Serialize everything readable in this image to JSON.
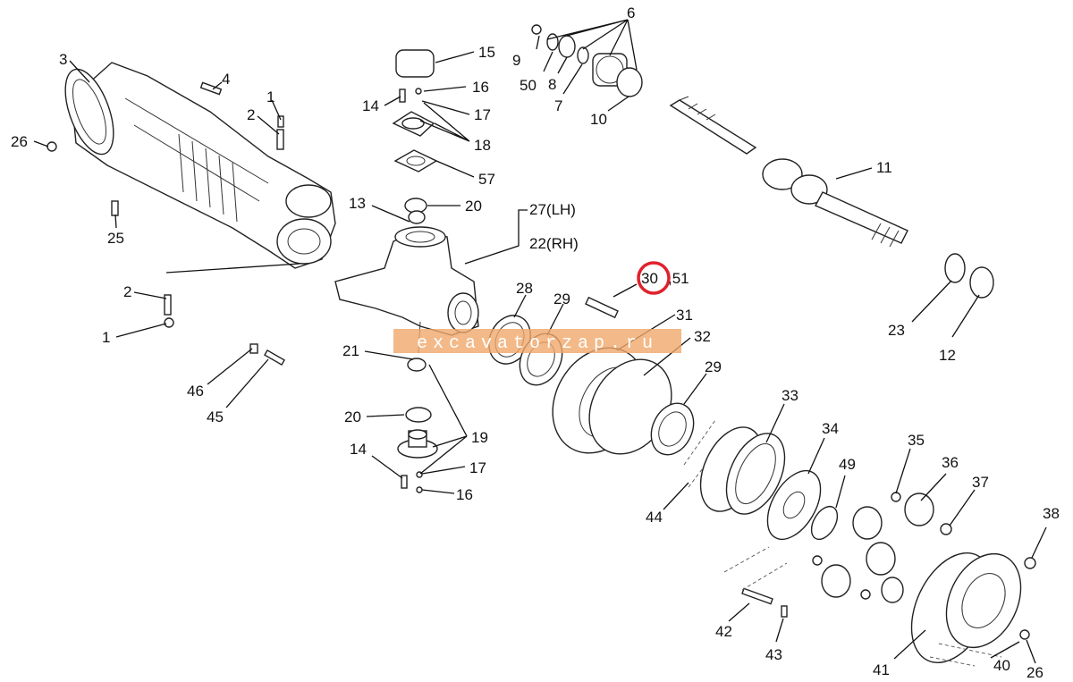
{
  "watermark": "excavatorzap.ru",
  "highlight_color": "#e0212b",
  "watermark_color": "#f0a86a",
  "callouts": [
    {
      "id": "c1a",
      "text": "1"
    },
    {
      "id": "c2a",
      "text": "2"
    },
    {
      "id": "c3",
      "text": "3"
    },
    {
      "id": "c4",
      "text": "4"
    },
    {
      "id": "c26a",
      "text": "26"
    },
    {
      "id": "c25",
      "text": "25"
    },
    {
      "id": "c2b",
      "text": "2"
    },
    {
      "id": "c1b",
      "text": "1"
    },
    {
      "id": "c46",
      "text": "46"
    },
    {
      "id": "c45",
      "text": "45"
    },
    {
      "id": "c15",
      "text": "15"
    },
    {
      "id": "c16a",
      "text": "16"
    },
    {
      "id": "c14a",
      "text": "14"
    },
    {
      "id": "c17a",
      "text": "17"
    },
    {
      "id": "c18",
      "text": "18"
    },
    {
      "id": "c57",
      "text": "57"
    },
    {
      "id": "c13",
      "text": "13"
    },
    {
      "id": "c20a",
      "text": "20"
    },
    {
      "id": "c27",
      "text": "27(LH)"
    },
    {
      "id": "c22",
      "text": "22(RH)"
    },
    {
      "id": "c6",
      "text": "6"
    },
    {
      "id": "c9",
      "text": "9"
    },
    {
      "id": "c50",
      "text": "50"
    },
    {
      "id": "c8",
      "text": "8"
    },
    {
      "id": "c7",
      "text": "7"
    },
    {
      "id": "c10",
      "text": "10"
    },
    {
      "id": "c11",
      "text": "11"
    },
    {
      "id": "c30",
      "text": "30"
    },
    {
      "id": "c51",
      "text": ",51"
    },
    {
      "id": "c28",
      "text": "28"
    },
    {
      "id": "c29a",
      "text": "29"
    },
    {
      "id": "c31",
      "text": "31"
    },
    {
      "id": "c32",
      "text": "32"
    },
    {
      "id": "c29b",
      "text": "29"
    },
    {
      "id": "c21",
      "text": "21"
    },
    {
      "id": "c20b",
      "text": "20"
    },
    {
      "id": "c19",
      "text": "19"
    },
    {
      "id": "c14b",
      "text": "14"
    },
    {
      "id": "c17b",
      "text": "17"
    },
    {
      "id": "c16b",
      "text": "16"
    },
    {
      "id": "c23",
      "text": "23"
    },
    {
      "id": "c12",
      "text": "12"
    },
    {
      "id": "c33",
      "text": "33"
    },
    {
      "id": "c34",
      "text": "34"
    },
    {
      "id": "c49",
      "text": "49"
    },
    {
      "id": "c35",
      "text": "35"
    },
    {
      "id": "c36",
      "text": "36"
    },
    {
      "id": "c37",
      "text": "37"
    },
    {
      "id": "c38",
      "text": "38"
    },
    {
      "id": "c44",
      "text": "44"
    },
    {
      "id": "c42",
      "text": "42"
    },
    {
      "id": "c43",
      "text": "43"
    },
    {
      "id": "c41",
      "text": "41"
    },
    {
      "id": "c40",
      "text": "40"
    },
    {
      "id": "c26b",
      "text": "26"
    }
  ]
}
